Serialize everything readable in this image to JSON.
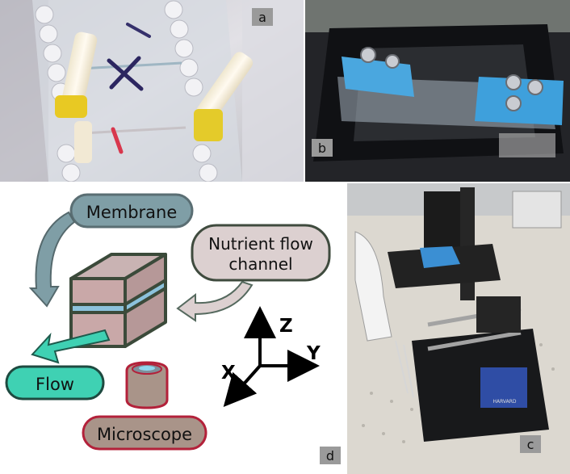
{
  "panels": {
    "a": {
      "label": "a"
    },
    "b": {
      "label": "b"
    },
    "c": {
      "label": "c"
    },
    "d": {
      "label": "d",
      "membrane_label": "Membrane",
      "nutrient_label_line1": "Nutrient flow",
      "nutrient_label_line2": "channel",
      "flow_label": "Flow",
      "microscope_label": "Microscope",
      "axis_z": "Z",
      "axis_y": "Y",
      "axis_x": "X"
    },
    "device_text": "HARVARD"
  },
  "colors": {
    "membrane_fill": "#7f9ea6",
    "nutrient_fill": "#dcd0d0",
    "flow_fill": "#3fd1b3",
    "microscope_fill": "#a99489",
    "microscope_border": "#b3213a",
    "channel_outline": "#3b4a3a",
    "channel_membrane": "#8cc2dc"
  }
}
